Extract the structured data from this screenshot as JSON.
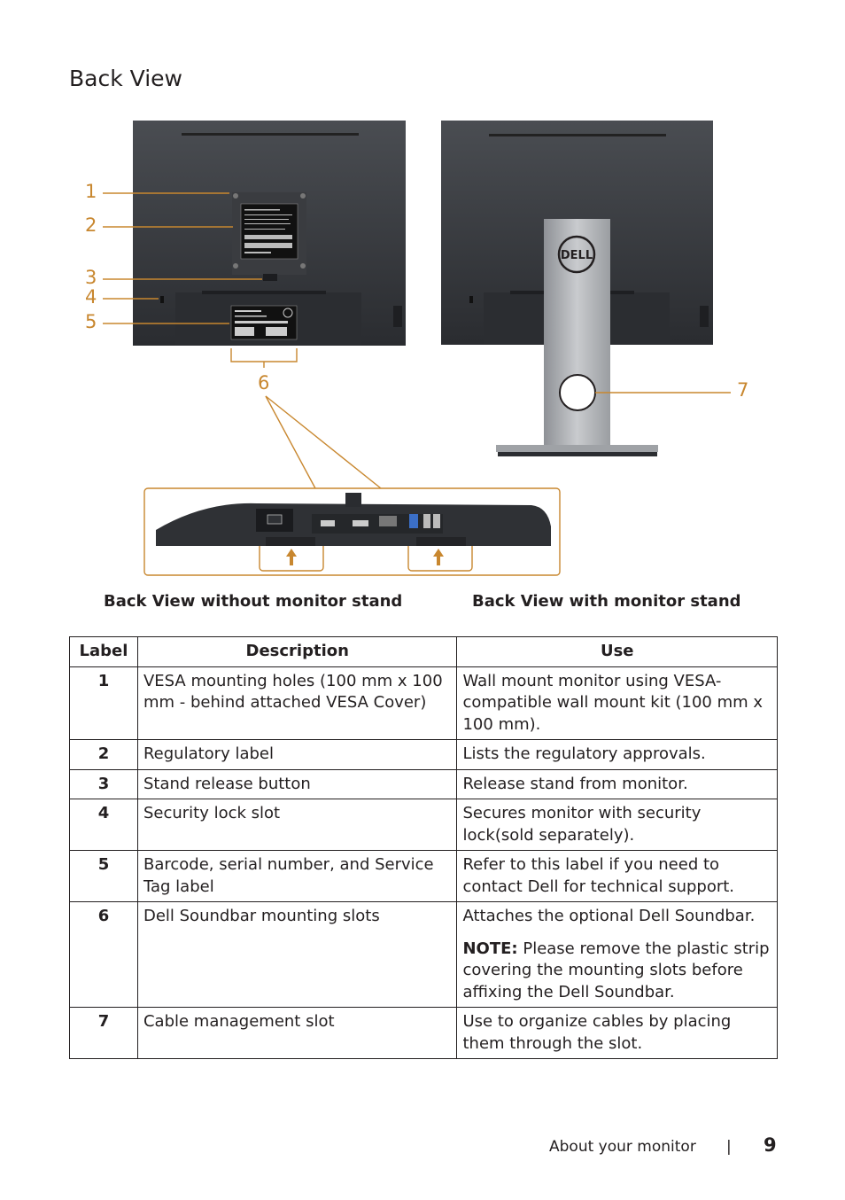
{
  "page": {
    "title": "Back View",
    "footer_section": "About your monitor",
    "footer_separator": "|",
    "page_number": "9"
  },
  "figure": {
    "callouts": [
      "1",
      "2",
      "3",
      "4",
      "5",
      "6",
      "7"
    ],
    "logo_text": "DELL",
    "accent_color": "#c8872f"
  },
  "captions": {
    "left": "Back View without monitor stand",
    "right": "Back View with monitor stand"
  },
  "table": {
    "headers": [
      "Label",
      "Description",
      "Use"
    ],
    "rows": [
      {
        "label": "1",
        "description": "VESA mounting holes (100 mm x 100 mm - behind attached VESA Cover)",
        "use": "Wall mount monitor using VESA-compatible wall mount kit (100 mm x 100 mm)."
      },
      {
        "label": "2",
        "description": "Regulatory label",
        "use": "Lists the regulatory approvals."
      },
      {
        "label": "3",
        "description": "Stand release button",
        "use": "Release stand from monitor."
      },
      {
        "label": "4",
        "description": "Security lock slot",
        "use": "Secures monitor with security lock(sold separately)."
      },
      {
        "label": "5",
        "description": "Barcode, serial number, and Service Tag label",
        "use": "Refer to this label if you need to contact Dell for technical support."
      },
      {
        "label": "6",
        "description": "Dell Soundbar mounting slots",
        "use": "Attaches the optional Dell Soundbar.",
        "note_label": "NOTE:",
        "note_text": " Please remove the plastic strip covering the mounting slots before affixing the Dell Soundbar."
      },
      {
        "label": "7",
        "description": "Cable management slot",
        "use": "Use to organize cables by placing them through the slot."
      }
    ]
  }
}
